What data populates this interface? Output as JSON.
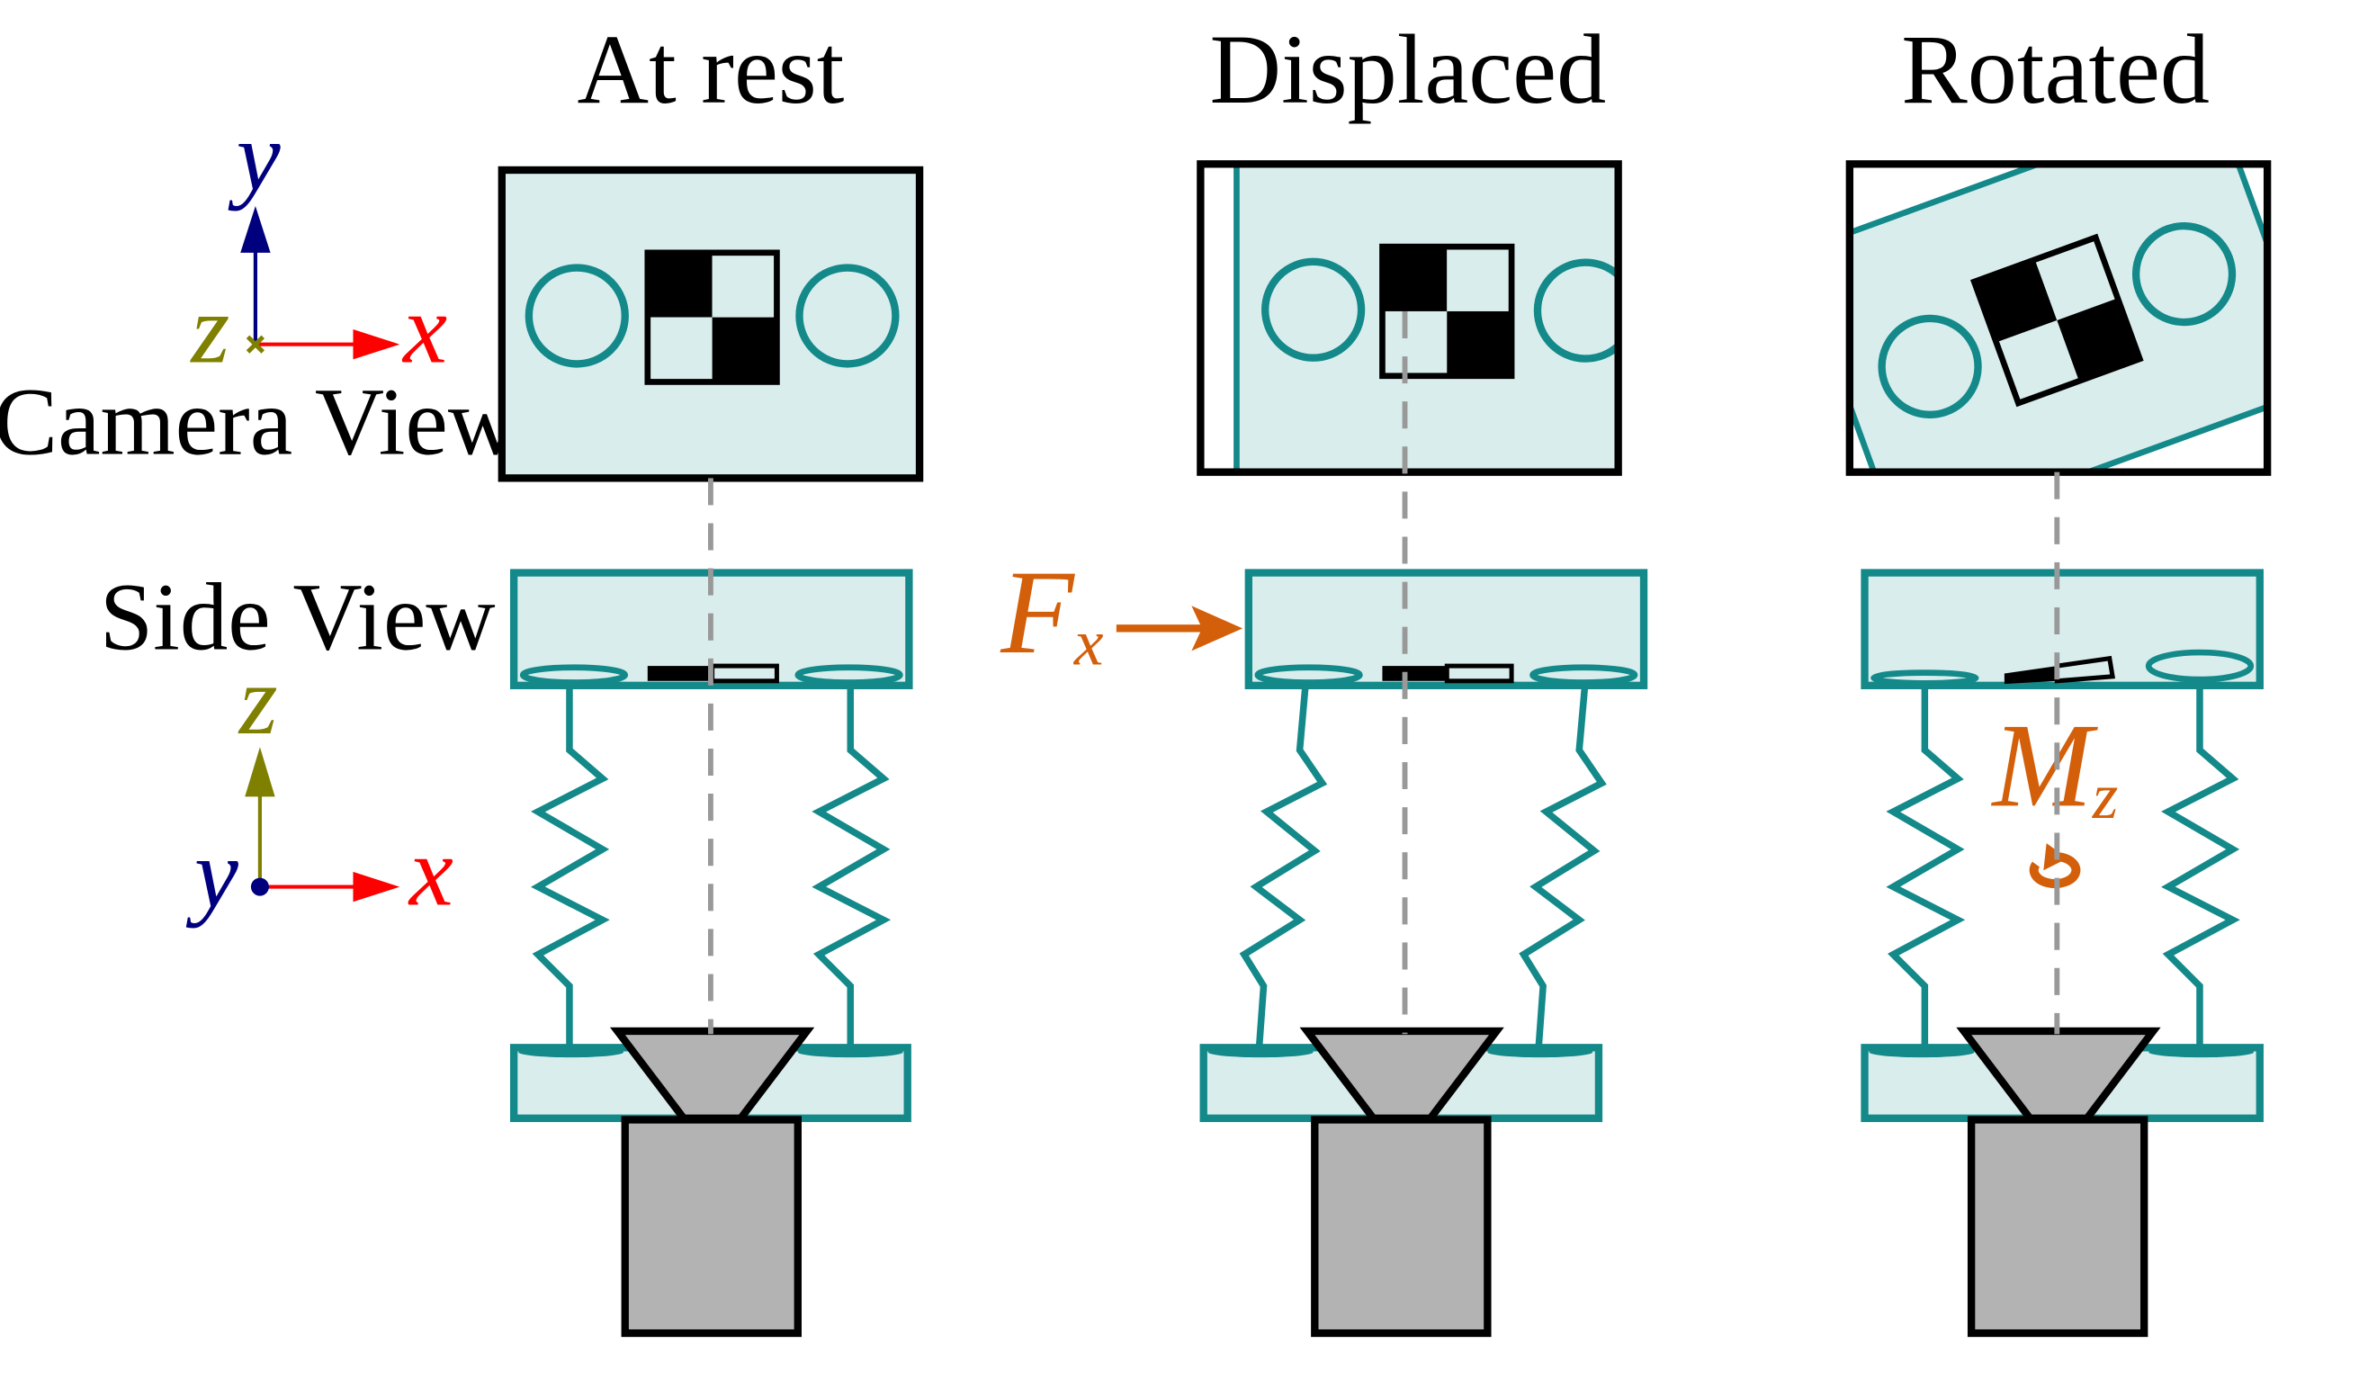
{
  "panels": [
    {
      "title": "At rest"
    },
    {
      "title": "Displaced"
    },
    {
      "title": "Rotated"
    }
  ],
  "labels": {
    "camera_view": "Camera View",
    "side_view": "Side View"
  },
  "camera_axes": {
    "x": "x",
    "y": "y",
    "z": "z"
  },
  "side_axes": {
    "x": "x",
    "y": "y",
    "z": "z"
  },
  "force": {
    "symbol": "F",
    "subscript": "x"
  },
  "moment": {
    "symbol": "M",
    "subscript": "z"
  },
  "colors": {
    "teal": "#14898a",
    "panel_fill": "#daeded",
    "x_axis": "#ff0000",
    "y_axis": "#00007f",
    "z_axis": "#7f7f00",
    "force": "#d35f0a",
    "gray": "#b3b3b3"
  }
}
